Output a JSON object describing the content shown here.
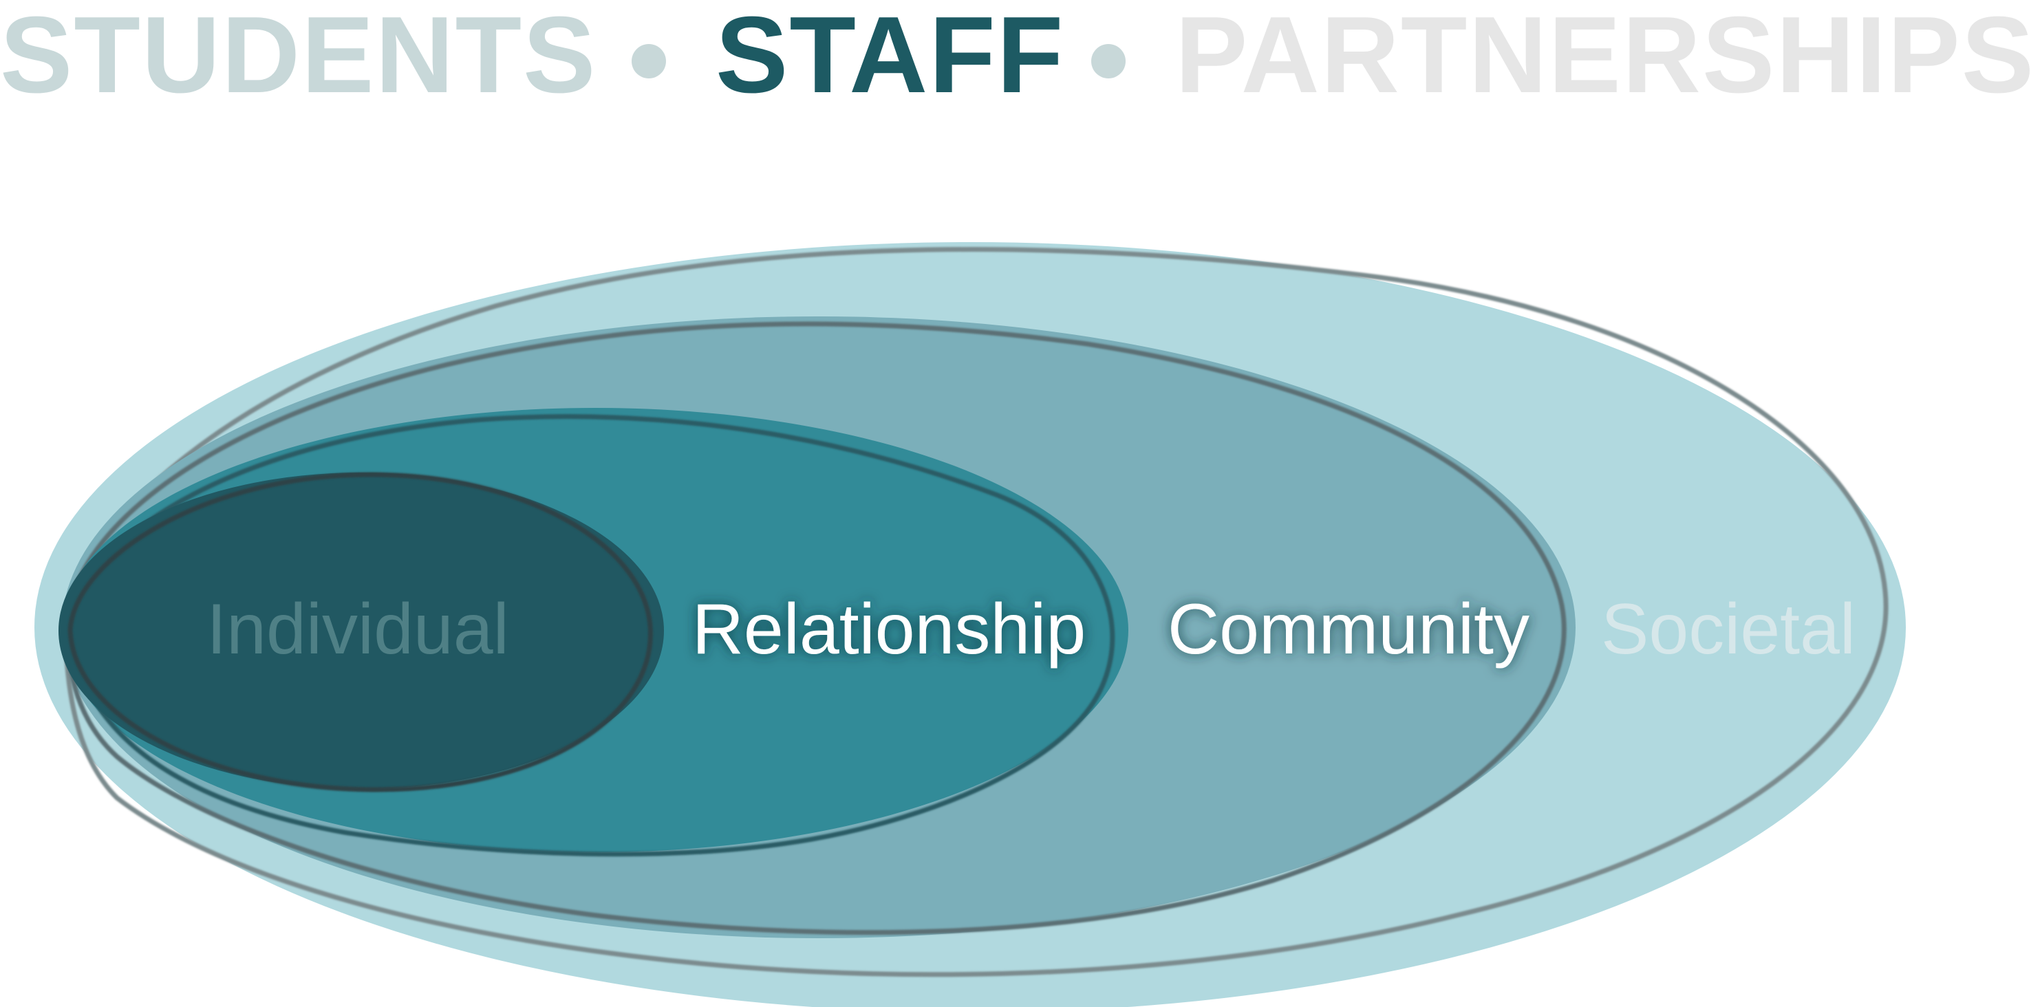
{
  "header": {
    "items": [
      {
        "label": "STUDENTS",
        "color": "#c8d8d9"
      },
      {
        "label": "STAFF",
        "color": "#1d5a63"
      },
      {
        "label": "PARTNERSHIPS",
        "color": "#e6e6e6"
      }
    ],
    "dot_colors": [
      "#c8d8d9",
      "#c8d8d9"
    ]
  },
  "levels": [
    {
      "label": "Societal",
      "fill": "#b1d9df",
      "outline": "#7b8b8e",
      "label_color": "#d6e7ea"
    },
    {
      "label": "Community",
      "fill": "#7bafba",
      "outline": "#5b6f74",
      "label_color": "#ffffff"
    },
    {
      "label": "Relationship",
      "fill": "#328b98",
      "outline": "#2a5c65",
      "label_color": "#ffffff"
    },
    {
      "label": "Individual",
      "fill": "#215862",
      "outline": "#2e4346",
      "label_color": "#4f8086"
    }
  ]
}
